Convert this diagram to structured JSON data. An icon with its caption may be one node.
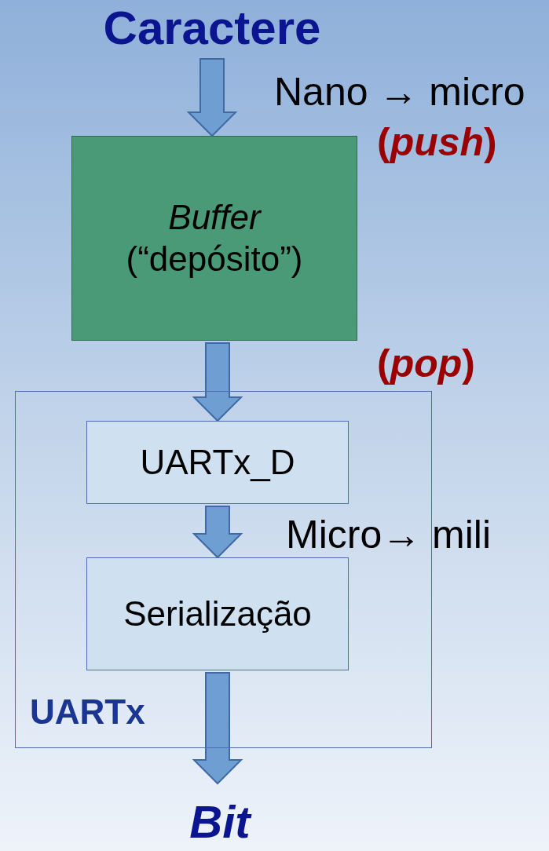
{
  "diagram": {
    "nodes": [
      {
        "text": [
          "Caractere"
        ]
      },
      {
        "text": [
          "*Buffer* (“depósito”)"
        ]
      },
      {
        "text": [
          "UARTx"
        ]
      },
      {
        "text": [
          "UARTx_D"
        ],
        "in": 2
      },
      {
        "text": [
          "Serialização"
        ],
        "in": 2
      },
      {
        "text": [
          "Bit"
        ]
      }
    ],
    "edges": [
      {
        "from": 0,
        "to": 1,
        "arrow": "to",
        "style": "thick"
      },
      {
        "from": 1,
        "to": 3,
        "arrow": "to",
        "style": "thick"
      },
      {
        "from": 3,
        "to": 4,
        "arrow": "to",
        "style": "thick"
      },
      {
        "from": 4,
        "to": 5,
        "arrow": "to",
        "style": "thick"
      }
    ],
    "labels": [
      "Nano → micro",
      "(*push*)",
      "(*pop*)",
      "Micro→ mili"
    ]
  }
}
